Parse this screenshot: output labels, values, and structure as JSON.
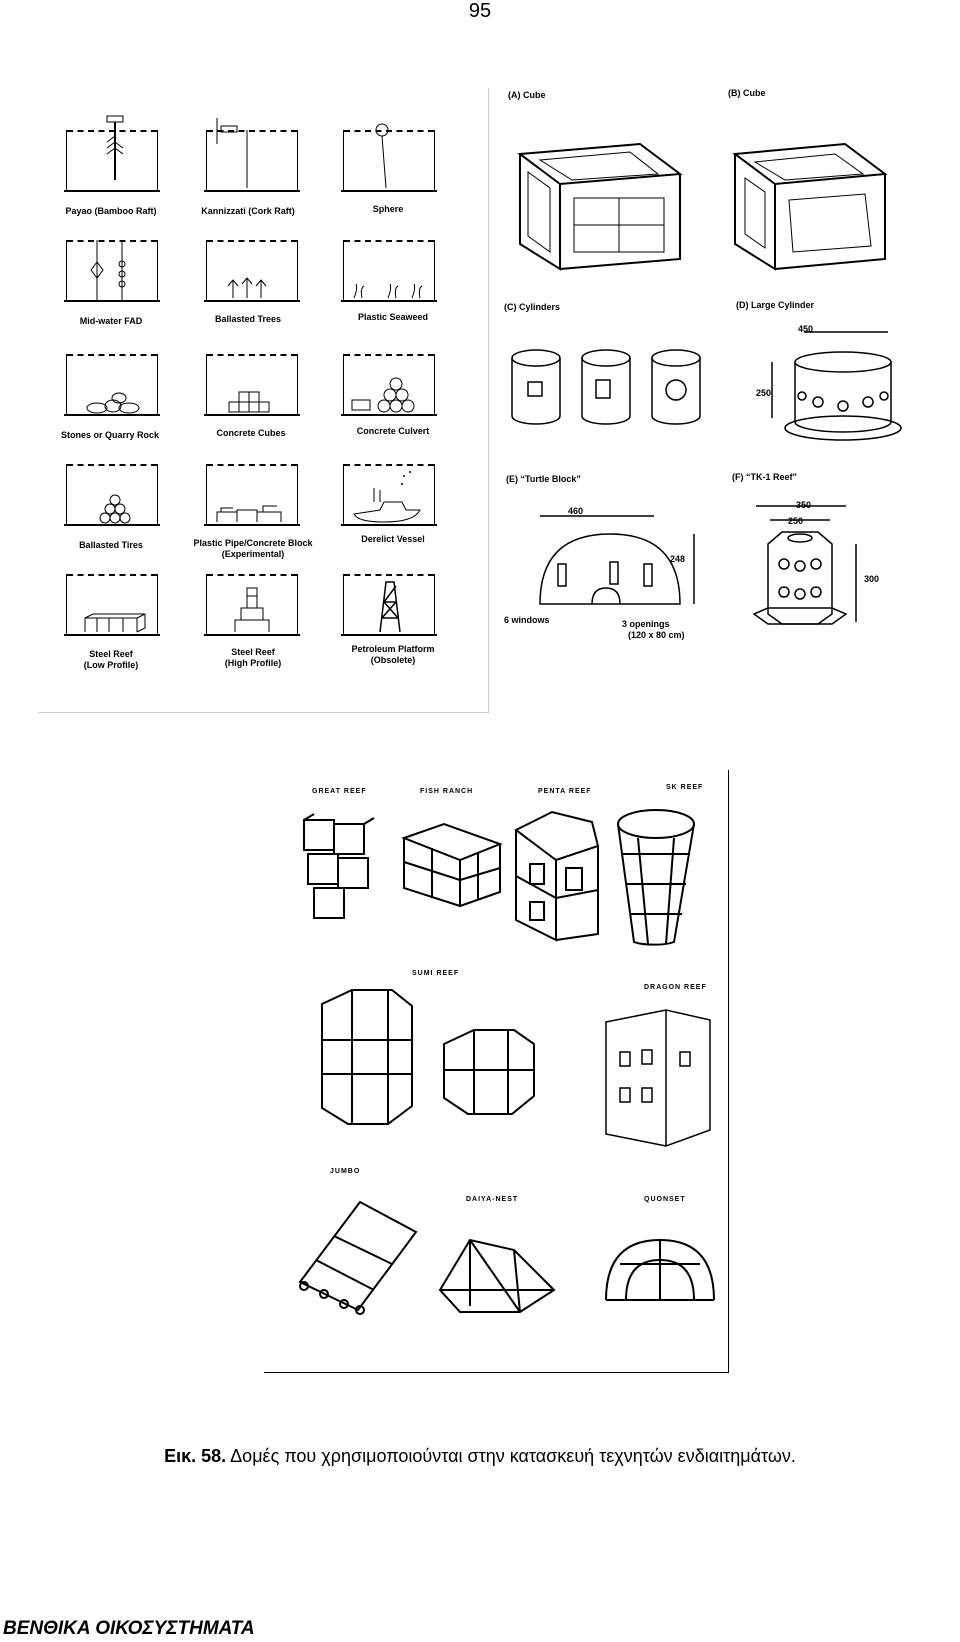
{
  "page_number": "95",
  "figure_left": {
    "cells": [
      {
        "label": "Payao (Bamboo Raft)"
      },
      {
        "label": "Kannizzati (Cork Raft)"
      },
      {
        "label": "Sphere"
      },
      {
        "label": "Mid-water FAD"
      },
      {
        "label": "Ballasted Trees"
      },
      {
        "label": "Plastic Seaweed"
      },
      {
        "label": "Stones or Quarry Rock"
      },
      {
        "label": "Concrete Cubes"
      },
      {
        "label": "Concrete Culvert"
      },
      {
        "label": "Ballasted Tires"
      },
      {
        "label": "Plastic Pipe/Concrete Block"
      },
      {
        "label": "Derelict Vessel"
      },
      {
        "label": "Steel Reef"
      },
      {
        "label": "Steel Reef"
      },
      {
        "label": "Petroleum Platform"
      }
    ],
    "sublabels": {
      "plastic_pipe": "(Experimental)",
      "steel_low": "(Low Profile)",
      "steel_high": "(High Profile)",
      "petroleum": "(Obsolete)"
    }
  },
  "figure_right": {
    "a": "(A) Cube",
    "b": "(B) Cube",
    "c": "(C) Cylinders",
    "d": "(D) Large Cylinder",
    "e": "(E) “Turtle Block”",
    "f": "(F) “TK-1 Reef”",
    "dim_d_width": "450",
    "dim_d_height": "250",
    "dim_e_width": "460",
    "dim_e_height": "248",
    "dim_f_outer": "350",
    "dim_f_inner": "250",
    "dim_f_height": "300",
    "windows": "6 windows",
    "openings": "3 openings",
    "openings_size": "(120 x 80 cm)"
  },
  "figure_bottom": {
    "great": "GREAT REEF",
    "fish": "FISH RANCH",
    "penta": "PENTA REEF",
    "sk": "SK REEF",
    "sumi": "SUMI REEF",
    "dragon": "DRAGON REEF",
    "jumbo": "JUMBO",
    "daiya": "DAIYA-NEST",
    "quonset": "QUONSET"
  },
  "caption": {
    "label": "Εικ. 58.",
    "text": "Δομές που χρησιμοποιούνται στην κατασκευή τεχνητών ενδιαιτημάτων."
  },
  "footer": "ΒΕΝΘΙΚΑ ΟΙΚΟΣΥΣΤΗΜΑΤΑ"
}
